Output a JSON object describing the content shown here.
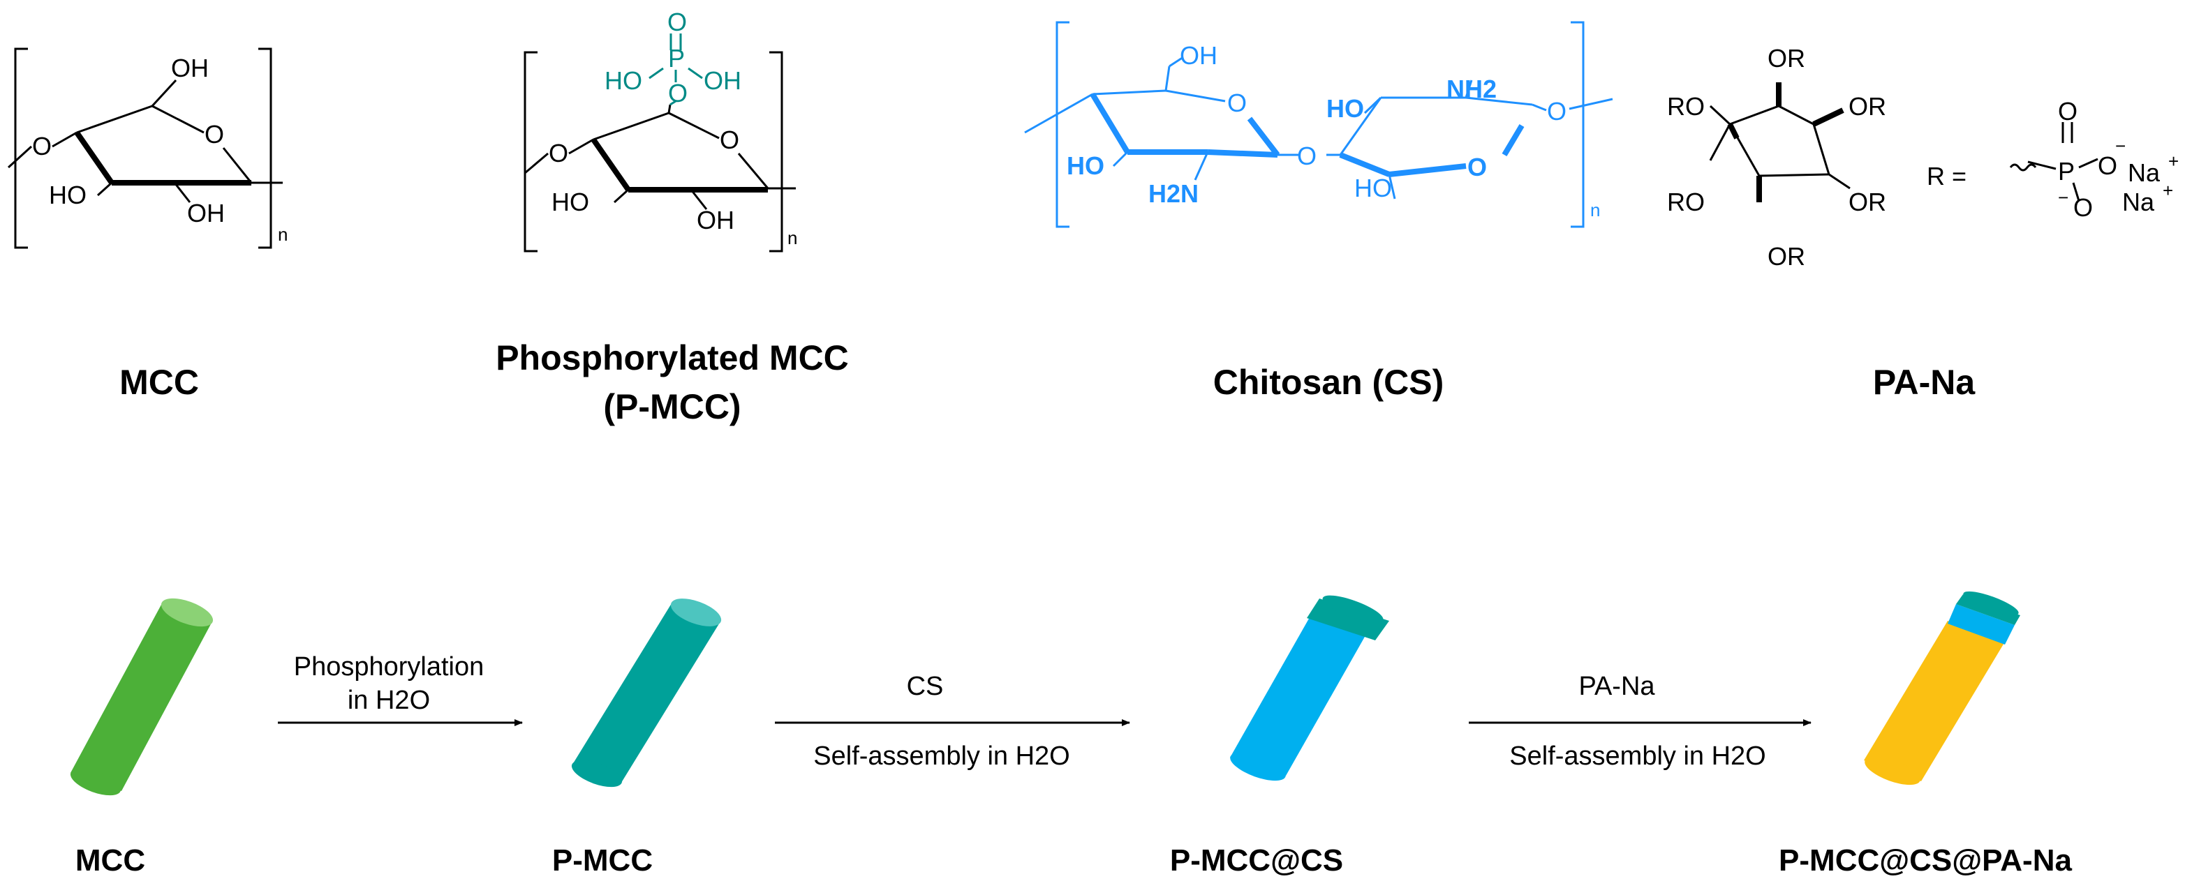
{
  "structures": {
    "mcc": {
      "title": "MCC",
      "atoms": {
        "oh6": "OH",
        "ring_o": "O",
        "o1": "O",
        "oh2": "OH",
        "ho3": "HO",
        "n": "n"
      }
    },
    "pmcc": {
      "title_line1": "Phosphorylated MCC",
      "title_line2": "(P-MCC)",
      "phosphate": {
        "o_top": "O",
        "p": "P",
        "ho": "HO",
        "oh": "OH",
        "o_link": "O"
      },
      "atoms": {
        "ring_o": "O",
        "o1": "O",
        "oh2": "OH",
        "ho3": "HO",
        "n": "n"
      }
    },
    "chitosan": {
      "title": "Chitosan (CS)",
      "atoms": {
        "oh6_a": "OH",
        "ring_o_a": "O",
        "ho3_a": "HO",
        "nh2_a": "H2N",
        "glyco_o": "O",
        "ho3_b": "HO",
        "nh2_b": "NH2",
        "ring_o_b": "O",
        "oh6_b": "HO",
        "o_end": "O",
        "n": "n"
      }
    },
    "pana": {
      "title": "PA-Na",
      "ring_substituent": "OR",
      "ring_substituent_left": "RO",
      "r_equals": "R =",
      "phosphate": {
        "p": "P",
        "o_top": "O",
        "o_minus_1": "O",
        "o_minus_2": "O",
        "na1": "Na",
        "na2": "Na",
        "minus": "−",
        "plus": "+"
      }
    }
  },
  "process": {
    "steps": [
      {
        "above": "Phosphorylation",
        "above2": "in H2O",
        "below": ""
      },
      {
        "above": "CS",
        "below": "Self-assembly in H2O"
      },
      {
        "above": "PA-Na",
        "below": "Self-assembly in H2O"
      }
    ],
    "stages": [
      "MCC",
      "P-MCC",
      "P-MCC@CS",
      "P-MCC@CS@PA-Na"
    ]
  },
  "colors": {
    "mcc_rod": "#4cb038",
    "pmcc_rod": "#00a199",
    "cs_rod": "#00b0ef",
    "pana_rod": "#fbc012",
    "chitosan_struct": "#1e90ff",
    "phosphate_group": "#008a86"
  }
}
